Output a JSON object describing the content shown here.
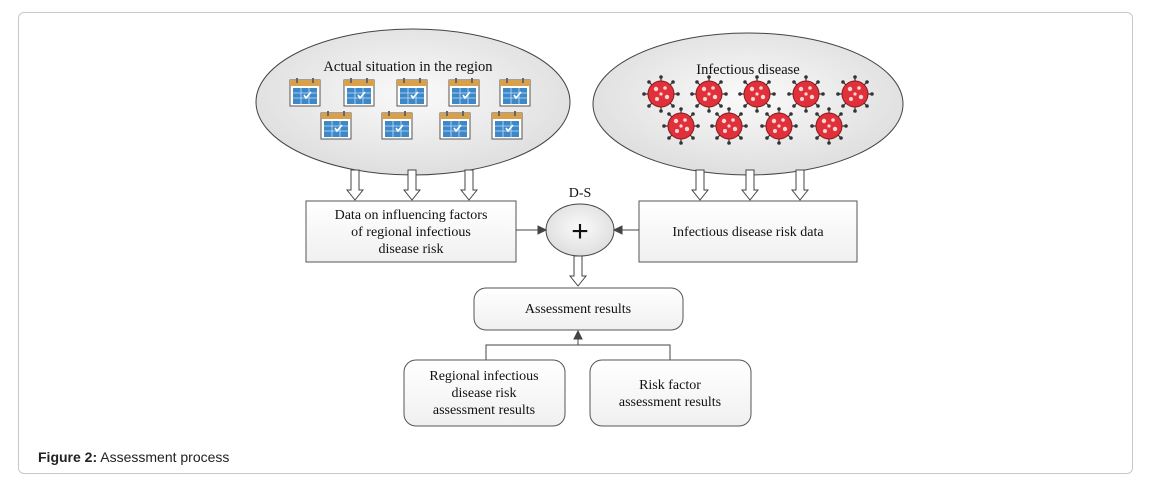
{
  "diagram": {
    "region_ellipse_label": "Actual situation in the region",
    "disease_ellipse_label": "Infectious disease",
    "left_box": [
      "Data on influencing factors",
      "of regional infectious",
      "disease risk"
    ],
    "right_box": "Infectious disease risk data",
    "ds_label": "D-S",
    "combine_symbol": "+",
    "assessment_box": "Assessment results",
    "bottom_left_box": [
      "Regional infectious",
      "disease risk",
      "assessment results"
    ],
    "bottom_right_box": [
      "Risk factor",
      "assessment results"
    ],
    "icons": {
      "calendar": "calendar-icon",
      "virus": "virus-icon"
    },
    "colors": {
      "ellipse_fill": "#e6e6e6",
      "virus": "#e0303a",
      "calendar": "#3f88c8",
      "calendar_top": "#d8a04a"
    }
  },
  "caption": {
    "prefix": "Figure 2:",
    "text": "Assessment process"
  }
}
